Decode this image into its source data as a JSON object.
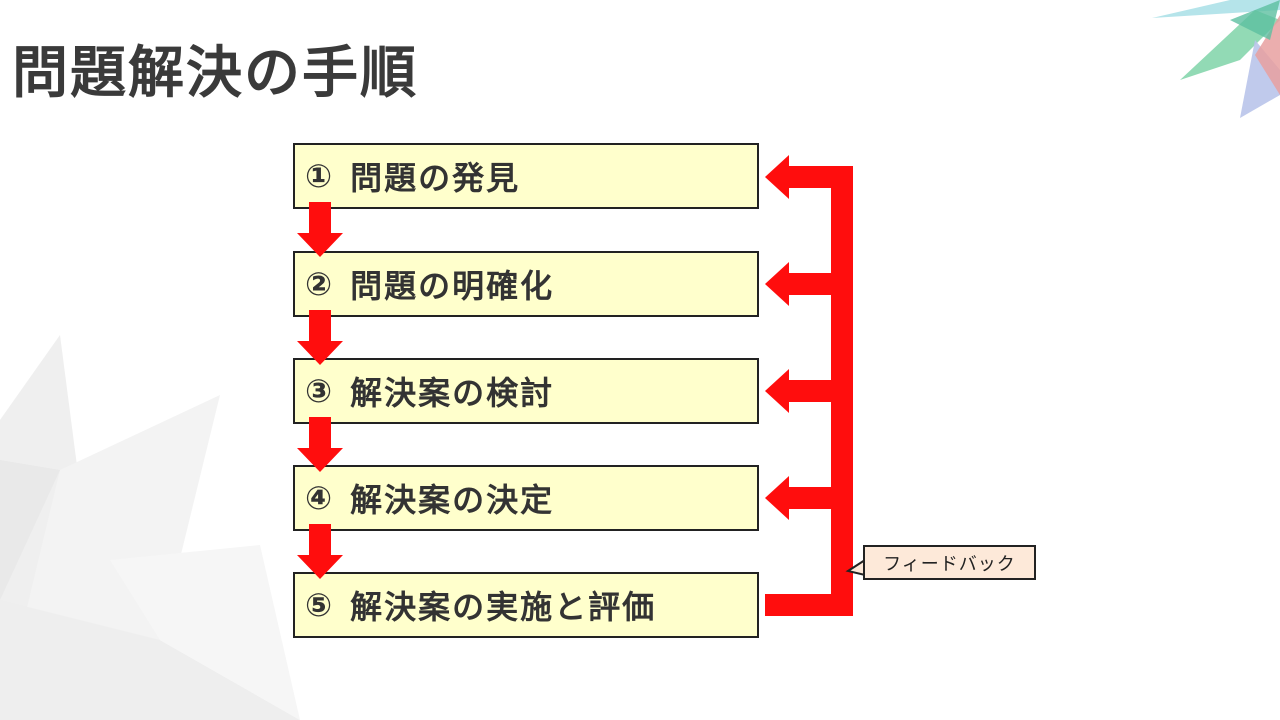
{
  "title": "問題解決の手順",
  "steps": [
    {
      "num": "①",
      "label": "問題の発見"
    },
    {
      "num": "②",
      "label": "問題の明確化"
    },
    {
      "num": "③",
      "label": "解決案の検討"
    },
    {
      "num": "④",
      "label": "解決案の決定"
    },
    {
      "num": "⑤",
      "label": "解決案の実施と評価"
    }
  ],
  "feedback_label": "フィードバック",
  "colors": {
    "arrow": "#ff0d0d",
    "box_fill": "#ffffcc",
    "callout_fill": "#fde9d9",
    "title_text": "#3a3a3a"
  }
}
